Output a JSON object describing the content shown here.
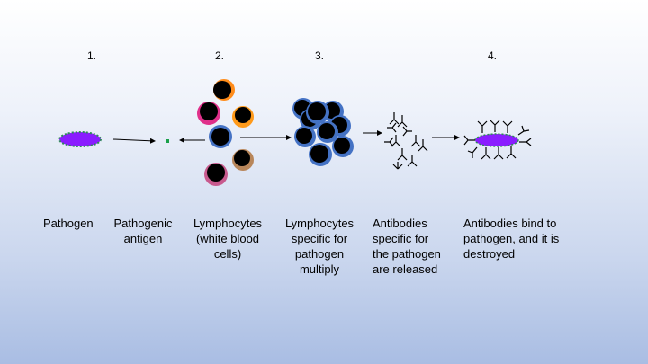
{
  "steps": [
    {
      "number": "1."
    },
    {
      "number": "2."
    },
    {
      "number": "3."
    },
    {
      "number": "4."
    }
  ],
  "captions": {
    "pathogen": "Pathogen",
    "antigen": "Pathogenic\nantigen",
    "lymphocytes": "Lymphocytes\n(white blood\ncells)",
    "multiply": "Lymphocytes\nspecific for\npathogen\nmultiply",
    "antibodies": "Antibodies\nspecific for\nthe pathogen\nare released",
    "destroyed": "Antibodies bind to\npathogen, and it is\ndestroyed"
  },
  "colors": {
    "pathogen_fill": "#8a1cff",
    "pathogen_spikes": "#2e8b57",
    "antigen": "#1aa04a",
    "cell_core": "#000000",
    "cell_blue_ring": "#4472c4",
    "cell_orange_ring": "#ff8c1a",
    "cell_magenta_ring": "#e0308a",
    "cell_pink_ring": "#d0508a",
    "cell_brown_ring": "#b8865a",
    "arrow": "#000000"
  }
}
